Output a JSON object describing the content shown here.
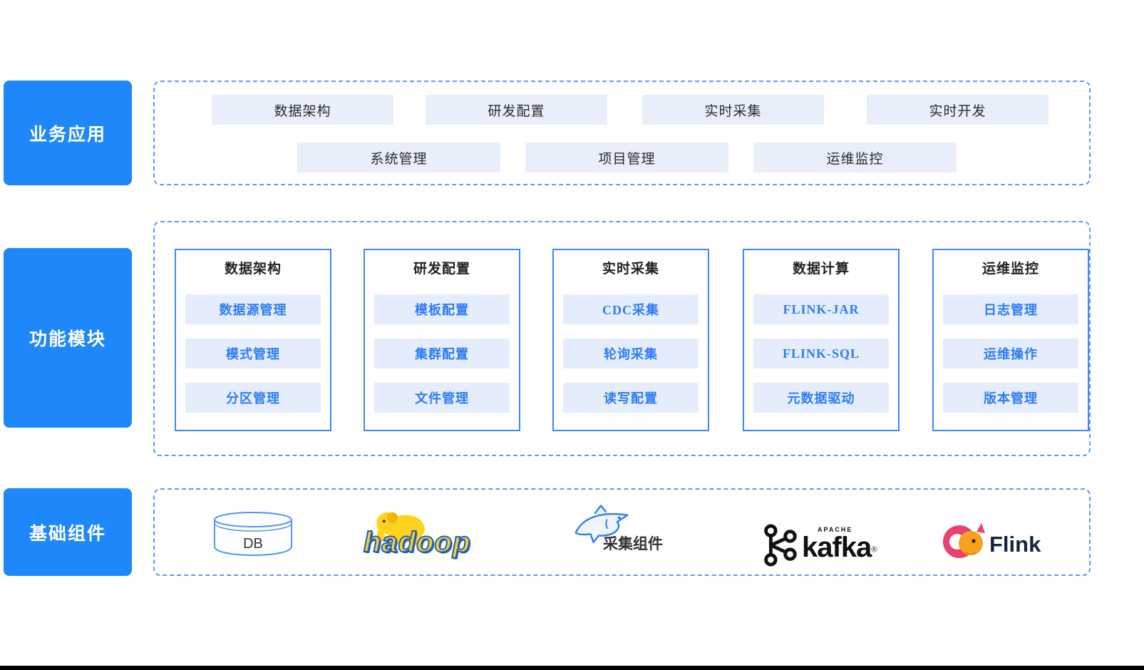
{
  "colors": {
    "accent_blue": "#1e88fa",
    "dashed_border": "#5b9bf8",
    "card_border": "#3d86f7",
    "chip_bg": "#e9eefb",
    "item_bg": "#e5edfc",
    "item_text": "#2e7cf6",
    "hadoop_yellow": "#ffd21e",
    "flink_pink": "#e8416d",
    "flink_orange": "#f6a21c"
  },
  "sections": {
    "business": {
      "label": "业务应用",
      "row1": [
        "数据架构",
        "研发配置",
        "实时采集",
        "实时开发"
      ],
      "row2": [
        "系统管理",
        "项目管理",
        "运维监控"
      ]
    },
    "modules": {
      "label": "功能模块",
      "cards": [
        {
          "title": "数据架构",
          "items": [
            "数据源管理",
            "模式管理",
            "分区管理"
          ]
        },
        {
          "title": "研发配置",
          "items": [
            "模板配置",
            "集群配置",
            "文件管理"
          ]
        },
        {
          "title": "实时采集",
          "items": [
            "CDC采集",
            "轮询采集",
            "读写配置"
          ]
        },
        {
          "title": "数据计算",
          "items": [
            "FLINK-JAR",
            "FLINK-SQL",
            "元数据驱动"
          ]
        },
        {
          "title": "运维监控",
          "items": [
            "日志管理",
            "运维操作",
            "版本管理"
          ]
        }
      ]
    },
    "components": {
      "label": "基础组件",
      "db_label": "DB",
      "hadoop_label": "hadoop",
      "collector_label": "采集组件",
      "kafka_brand": "APACHE",
      "kafka_label": "kafka",
      "kafka_reg": "®",
      "flink_label": "Flink"
    }
  }
}
